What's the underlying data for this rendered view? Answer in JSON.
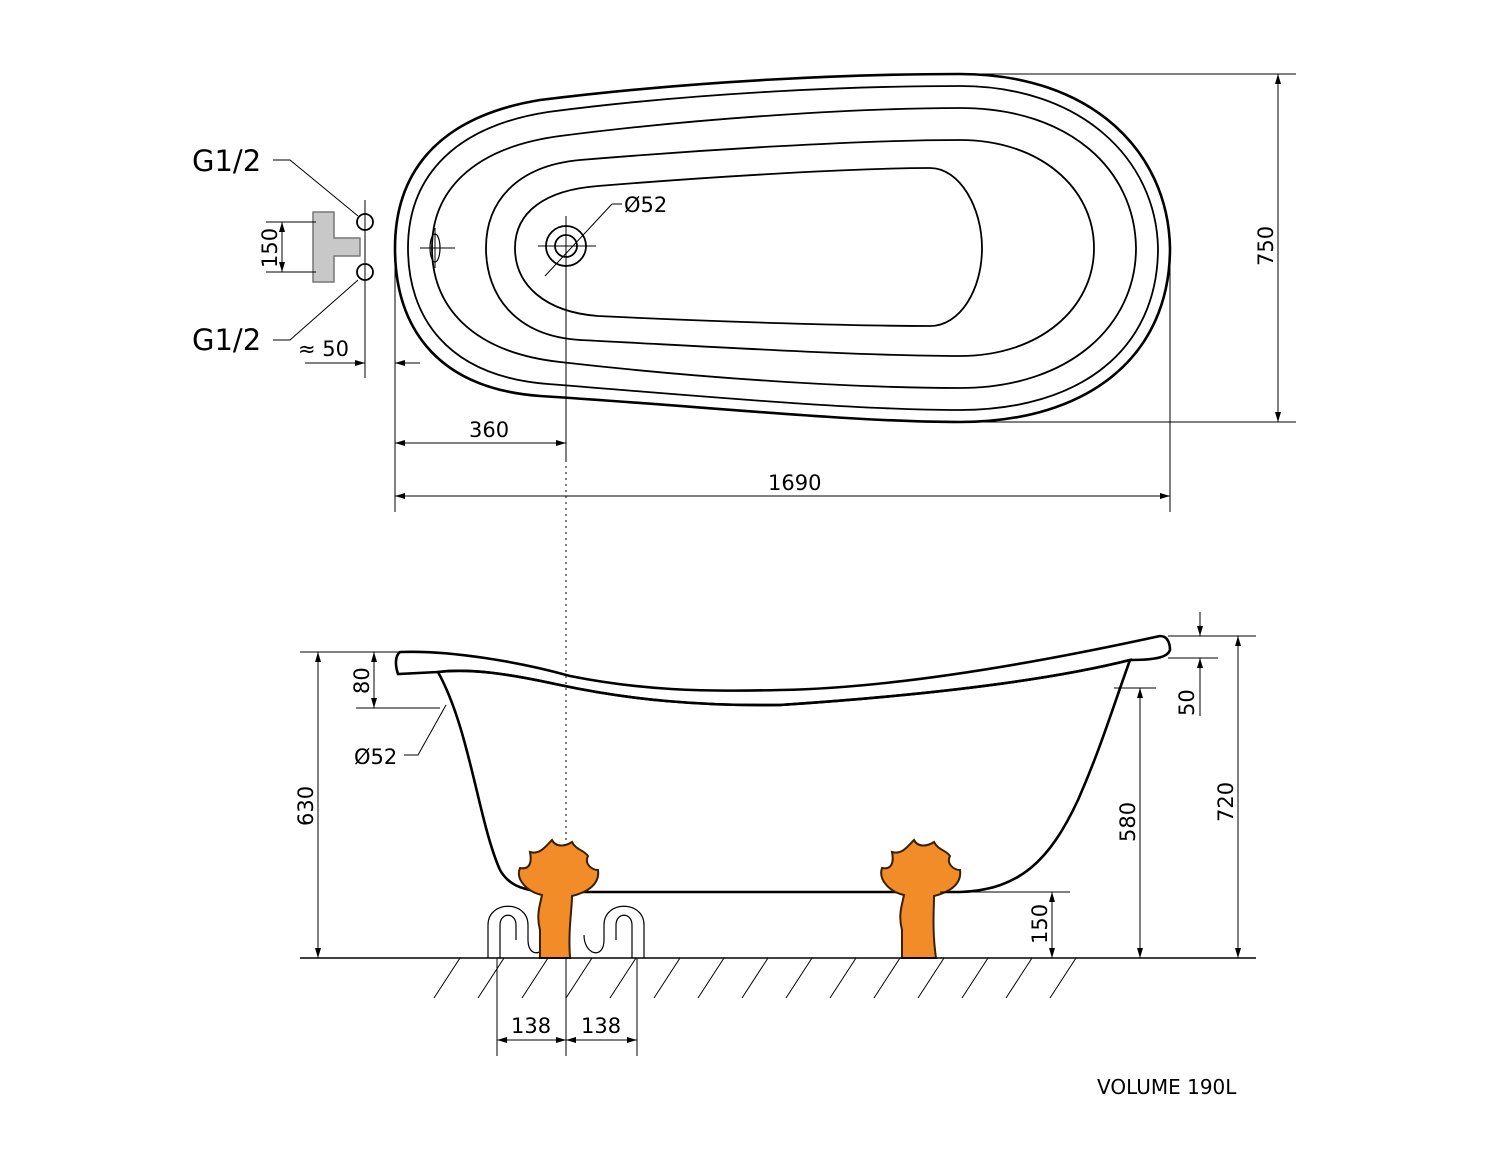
{
  "connections": {
    "label_top": "G1/2",
    "label_bottom": "G1/2"
  },
  "top_view": {
    "dim_valve_spacing": "150",
    "dim_wall_offset": "≈ 50",
    "dim_drain_offset": "360",
    "dim_length": "1690",
    "dim_width": "750",
    "drain_diameter": "Ø52"
  },
  "side_view": {
    "dim_rim_height": "80",
    "overflow_diameter": "Ø52",
    "dim_overall_height_left": "630",
    "dim_rim_thickness": "50",
    "dim_580": "580",
    "dim_720": "720",
    "dim_foot_height": "150",
    "dim_trap_left": "138",
    "dim_trap_right": "138"
  },
  "volume": "VOLUME 190L",
  "colors": {
    "foot": "#f28c28",
    "tub_fill": "#ececec",
    "line": "#000000"
  }
}
